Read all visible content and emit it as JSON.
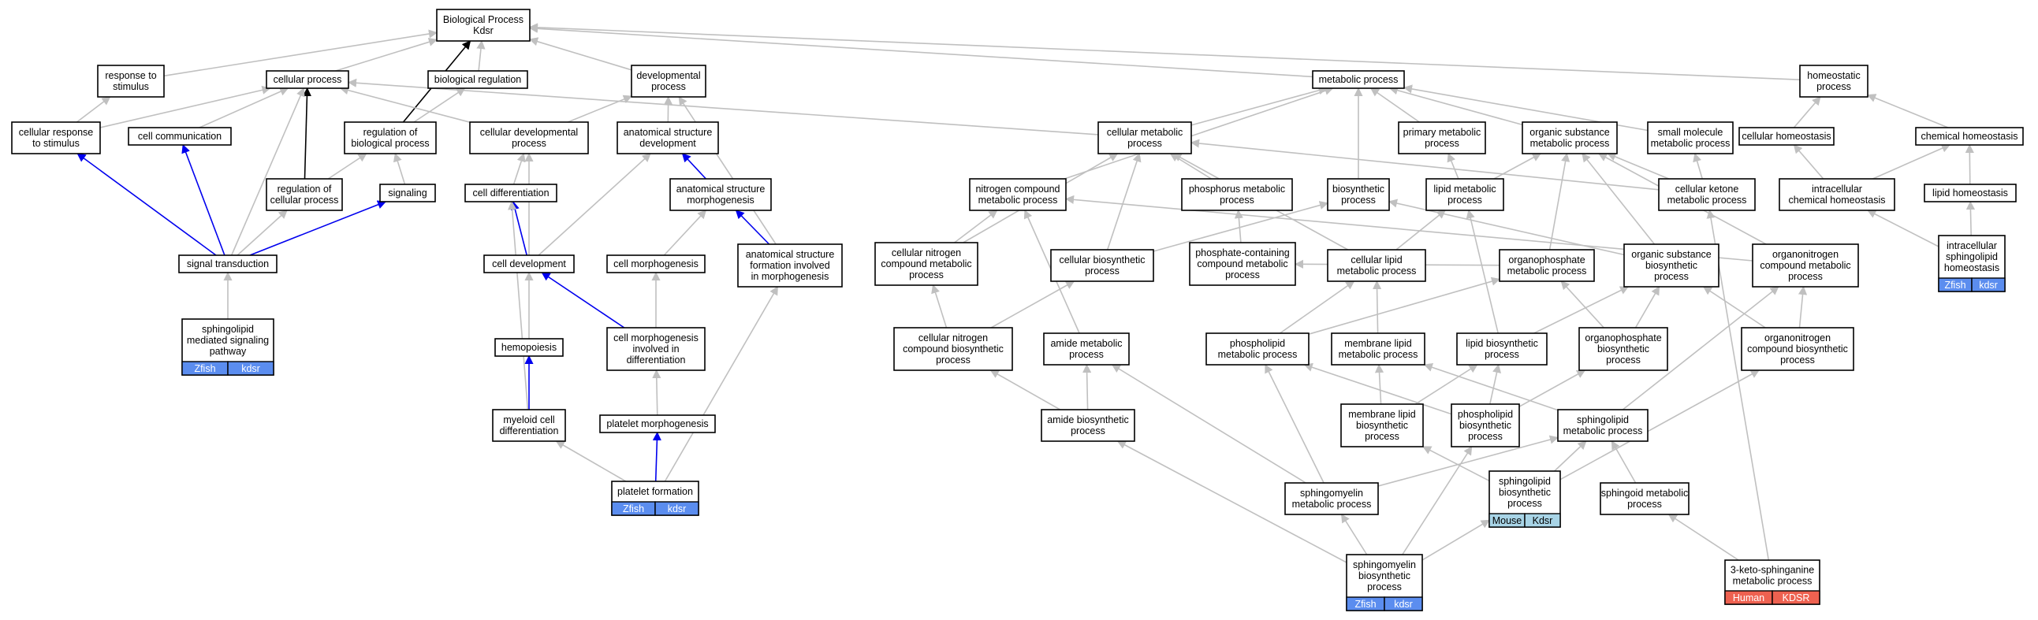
{
  "colors": {
    "gray_edge": "#c0c0c0",
    "blue_edge": "#0000ee",
    "black_edge": "#000000",
    "zfish": "#5b8def",
    "mouse": "#a8d4e6",
    "human": "#ee6150"
  },
  "nodes": [
    {
      "id": "root",
      "lines": [
        "Biological Process",
        "Kdsr"
      ]
    },
    {
      "id": "response",
      "lines": [
        "response to",
        "stimulus"
      ]
    },
    {
      "id": "cellproc",
      "lines": [
        "cellular process"
      ]
    },
    {
      "id": "bioreg",
      "lines": [
        "biological regulation"
      ]
    },
    {
      "id": "devproc",
      "lines": [
        "developmental",
        "process"
      ]
    },
    {
      "id": "metab",
      "lines": [
        "metabolic process"
      ]
    },
    {
      "id": "homeo",
      "lines": [
        "homeostatic",
        "process"
      ]
    },
    {
      "id": "cellresp",
      "lines": [
        "cellular response",
        "to stimulus"
      ]
    },
    {
      "id": "cellcomm",
      "lines": [
        "cell communication"
      ]
    },
    {
      "id": "regbio",
      "lines": [
        "regulation of",
        "biological process"
      ]
    },
    {
      "id": "celldevproc",
      "lines": [
        "cellular developmental",
        "process"
      ]
    },
    {
      "id": "anatdev",
      "lines": [
        "anatomical structure",
        "development"
      ]
    },
    {
      "id": "cellmetab",
      "lines": [
        "cellular metabolic",
        "process"
      ]
    },
    {
      "id": "primmetab",
      "lines": [
        "primary metabolic",
        "process"
      ]
    },
    {
      "id": "orgsubmetab",
      "lines": [
        "organic substance",
        "metabolic process"
      ]
    },
    {
      "id": "smallmol",
      "lines": [
        "small molecule",
        "metabolic process"
      ]
    },
    {
      "id": "cellhomeo",
      "lines": [
        "cellular homeostasis"
      ]
    },
    {
      "id": "chemhomeo",
      "lines": [
        "chemical homeostasis"
      ]
    },
    {
      "id": "regcell",
      "lines": [
        "regulation of",
        "cellular process"
      ]
    },
    {
      "id": "signaling",
      "lines": [
        "signaling"
      ]
    },
    {
      "id": "celldiff",
      "lines": [
        "cell differentiation"
      ]
    },
    {
      "id": "anatmorph",
      "lines": [
        "anatomical structure",
        "morphogenesis"
      ]
    },
    {
      "id": "nitrogen",
      "lines": [
        "nitrogen compound",
        "metabolic process"
      ]
    },
    {
      "id": "phosmetab",
      "lines": [
        "phosphorus metabolic",
        "process"
      ]
    },
    {
      "id": "biosyn",
      "lines": [
        "biosynthetic",
        "process"
      ]
    },
    {
      "id": "lipidmetab",
      "lines": [
        "lipid metabolic",
        "process"
      ]
    },
    {
      "id": "cellketone",
      "lines": [
        "cellular ketone",
        "metabolic process"
      ]
    },
    {
      "id": "intrachem",
      "lines": [
        "intracellular",
        "chemical homeostasis"
      ]
    },
    {
      "id": "lipidhomeo",
      "lines": [
        "lipid homeostasis"
      ]
    },
    {
      "id": "sigtrans",
      "lines": [
        "signal transduction"
      ]
    },
    {
      "id": "celldev",
      "lines": [
        "cell development"
      ]
    },
    {
      "id": "cellmorph",
      "lines": [
        "cell morphogenesis"
      ]
    },
    {
      "id": "anatform",
      "lines": [
        "anatomical structure",
        "formation involved",
        "in morphogenesis"
      ]
    },
    {
      "id": "cellnitro",
      "lines": [
        "cellular nitrogen",
        "compound metabolic",
        "process"
      ]
    },
    {
      "id": "cellbiosyn",
      "lines": [
        "cellular biosynthetic",
        "process"
      ]
    },
    {
      "id": "phoscont",
      "lines": [
        "phosphate-containing",
        "compound metabolic",
        "process"
      ]
    },
    {
      "id": "celllipid",
      "lines": [
        "cellular lipid",
        "metabolic process"
      ]
    },
    {
      "id": "orgphosmetab",
      "lines": [
        "organophosphate",
        "metabolic process"
      ]
    },
    {
      "id": "orgsubbiosyn",
      "lines": [
        "organic substance",
        "biosynthetic",
        "process"
      ]
    },
    {
      "id": "orgnitro",
      "lines": [
        "organonitrogen",
        "compound metabolic",
        "process"
      ]
    },
    {
      "id": "intrasphingo",
      "lines": [
        "intracellular",
        "sphingolipid",
        "homeostasis"
      ],
      "badges": [
        {
          "label": "Zfish",
          "color": "zfish"
        },
        {
          "label": "kdsr",
          "color": "zfish"
        }
      ]
    },
    {
      "id": "sphingosig",
      "lines": [
        "sphingolipid",
        "mediated signaling",
        "pathway"
      ],
      "badges": [
        {
          "label": "Zfish",
          "color": "zfish"
        },
        {
          "label": "kdsr",
          "color": "zfish"
        }
      ]
    },
    {
      "id": "hemopoiesis",
      "lines": [
        "hemopoiesis"
      ]
    },
    {
      "id": "cellmorphdiff",
      "lines": [
        "cell morphogenesis",
        "involved in",
        "differentiation"
      ]
    },
    {
      "id": "cellnitrobiosyn",
      "lines": [
        "cellular nitrogen",
        "compound biosynthetic",
        "process"
      ]
    },
    {
      "id": "amidemetab",
      "lines": [
        "amide metabolic",
        "process"
      ]
    },
    {
      "id": "phospholipid",
      "lines": [
        "phospholipid",
        "metabolic process"
      ]
    },
    {
      "id": "memlipid",
      "lines": [
        "membrane lipid",
        "metabolic process"
      ]
    },
    {
      "id": "lipidbiosyn",
      "lines": [
        "lipid biosynthetic",
        "process"
      ]
    },
    {
      "id": "orgphosbiosyn",
      "lines": [
        "organophosphate",
        "biosynthetic",
        "process"
      ]
    },
    {
      "id": "orgnitrobiosyn",
      "lines": [
        "organonitrogen",
        "compound biosynthetic",
        "process"
      ]
    },
    {
      "id": "myeloid",
      "lines": [
        "myeloid cell",
        "differentiation"
      ]
    },
    {
      "id": "plateletmorph",
      "lines": [
        "platelet morphogenesis"
      ]
    },
    {
      "id": "amidebiosyn",
      "lines": [
        "amide biosynthetic",
        "process"
      ]
    },
    {
      "id": "memlipidbiosyn",
      "lines": [
        "membrane lipid",
        "biosynthetic",
        "process"
      ]
    },
    {
      "id": "phospholipidbiosyn",
      "lines": [
        "phospholipid",
        "biosynthetic",
        "process"
      ]
    },
    {
      "id": "sphingolipidmetab",
      "lines": [
        "sphingolipid",
        "metabolic process"
      ]
    },
    {
      "id": "plateletform",
      "lines": [
        "platelet formation"
      ],
      "badges": [
        {
          "label": "Zfish",
          "color": "zfish"
        },
        {
          "label": "kdsr",
          "color": "zfish"
        }
      ]
    },
    {
      "id": "sphingomyelinmetab",
      "lines": [
        "sphingomyelin",
        "metabolic process"
      ]
    },
    {
      "id": "sphingolipidbiosyn",
      "lines": [
        "sphingolipid",
        "biosynthetic",
        "process"
      ],
      "badges": [
        {
          "label": "Mouse",
          "color": "mouse"
        },
        {
          "label": "Kdsr",
          "color": "mouse"
        }
      ]
    },
    {
      "id": "sphingoid",
      "lines": [
        "sphingoid metabolic",
        "process"
      ]
    },
    {
      "id": "sphingomyelinbiosyn",
      "lines": [
        "sphingomyelin",
        "biosynthetic",
        "process"
      ],
      "badges": [
        {
          "label": "Zfish",
          "color": "zfish"
        },
        {
          "label": "kdsr",
          "color": "zfish"
        }
      ]
    },
    {
      "id": "ketosphinganine",
      "lines": [
        "3-keto-sphinganine",
        "metabolic process"
      ],
      "badges": [
        {
          "label": "Human",
          "color": "human"
        },
        {
          "label": "KDSR",
          "color": "human"
        }
      ]
    }
  ],
  "edges": [
    {
      "from": "response",
      "to": "root",
      "type": "gray"
    },
    {
      "from": "cellproc",
      "to": "root",
      "type": "gray"
    },
    {
      "from": "bioreg",
      "to": "root",
      "type": "gray"
    },
    {
      "from": "devproc",
      "to": "root",
      "type": "gray"
    },
    {
      "from": "metab",
      "to": "root",
      "type": "gray"
    },
    {
      "from": "homeo",
      "to": "root",
      "type": "gray"
    },
    {
      "from": "regbio",
      "to": "root",
      "type": "black"
    },
    {
      "from": "cellresp",
      "to": "response",
      "type": "gray"
    },
    {
      "from": "cellresp",
      "to": "cellproc",
      "type": "gray"
    },
    {
      "from": "cellcomm",
      "to": "cellproc",
      "type": "gray"
    },
    {
      "from": "regbio",
      "to": "bioreg",
      "type": "gray"
    },
    {
      "from": "celldevproc",
      "to": "cellproc",
      "type": "gray"
    },
    {
      "from": "celldevproc",
      "to": "devproc",
      "type": "gray"
    },
    {
      "from": "anatdev",
      "to": "devproc",
      "type": "gray"
    },
    {
      "from": "cellmetab",
      "to": "cellproc",
      "type": "gray"
    },
    {
      "from": "cellmetab",
      "to": "metab",
      "type": "gray"
    },
    {
      "from": "primmetab",
      "to": "metab",
      "type": "gray"
    },
    {
      "from": "orgsubmetab",
      "to": "metab",
      "type": "gray"
    },
    {
      "from": "smallmol",
      "to": "metab",
      "type": "gray"
    },
    {
      "from": "cellhomeo",
      "to": "homeo",
      "type": "gray"
    },
    {
      "from": "chemhomeo",
      "to": "homeo",
      "type": "gray"
    },
    {
      "from": "regcell",
      "to": "cellproc",
      "type": "black"
    },
    {
      "from": "regcell",
      "to": "regbio",
      "type": "gray"
    },
    {
      "from": "signaling",
      "to": "regbio",
      "type": "gray"
    },
    {
      "from": "celldiff",
      "to": "celldevproc",
      "type": "gray"
    },
    {
      "from": "anatmorph",
      "to": "anatdev",
      "type": "blue"
    },
    {
      "from": "nitrogen",
      "to": "metab",
      "type": "gray"
    },
    {
      "from": "phosmetab",
      "to": "cellmetab",
      "type": "gray"
    },
    {
      "from": "biosyn",
      "to": "metab",
      "type": "gray"
    },
    {
      "from": "lipidmetab",
      "to": "primmetab",
      "type": "gray"
    },
    {
      "from": "lipidmetab",
      "to": "orgsubmetab",
      "type": "gray"
    },
    {
      "from": "cellketone",
      "to": "cellmetab",
      "type": "gray"
    },
    {
      "from": "cellketone",
      "to": "orgsubmetab",
      "type": "gray"
    },
    {
      "from": "cellketone",
      "to": "smallmol",
      "type": "gray"
    },
    {
      "from": "intrachem",
      "to": "cellhomeo",
      "type": "gray"
    },
    {
      "from": "intrachem",
      "to": "chemhomeo",
      "type": "gray"
    },
    {
      "from": "lipidhomeo",
      "to": "chemhomeo",
      "type": "gray"
    },
    {
      "from": "sigtrans",
      "to": "cellresp",
      "type": "blue"
    },
    {
      "from": "sigtrans",
      "to": "cellcomm",
      "type": "blue"
    },
    {
      "from": "sigtrans",
      "to": "signaling",
      "type": "blue"
    },
    {
      "from": "sigtrans",
      "to": "regcell",
      "type": "gray"
    },
    {
      "from": "sigtrans",
      "to": "cellproc",
      "type": "gray"
    },
    {
      "from": "celldev",
      "to": "celldiff",
      "type": "blue"
    },
    {
      "from": "celldev",
      "to": "celldevproc",
      "type": "gray"
    },
    {
      "from": "celldev",
      "to": "anatdev",
      "type": "gray"
    },
    {
      "from": "cellmorph",
      "to": "anatmorph",
      "type": "gray"
    },
    {
      "from": "anatform",
      "to": "anatmorph",
      "type": "blue"
    },
    {
      "from": "anatform",
      "to": "devproc",
      "type": "gray"
    },
    {
      "from": "cellnitro",
      "to": "nitrogen",
      "type": "gray"
    },
    {
      "from": "cellnitro",
      "to": "cellmetab",
      "type": "gray"
    },
    {
      "from": "cellbiosyn",
      "to": "cellmetab",
      "type": "gray"
    },
    {
      "from": "cellbiosyn",
      "to": "biosyn",
      "type": "gray"
    },
    {
      "from": "phoscont",
      "to": "phosmetab",
      "type": "gray"
    },
    {
      "from": "celllipid",
      "to": "lipidmetab",
      "type": "gray"
    },
    {
      "from": "celllipid",
      "to": "cellmetab",
      "type": "gray"
    },
    {
      "from": "orgphosmetab",
      "to": "phoscont",
      "type": "gray"
    },
    {
      "from": "orgphosmetab",
      "to": "orgsubmetab",
      "type": "gray"
    },
    {
      "from": "orgsubbiosyn",
      "to": "orgsubmetab",
      "type": "gray"
    },
    {
      "from": "orgsubbiosyn",
      "to": "biosyn",
      "type": "gray"
    },
    {
      "from": "orgnitro",
      "to": "orgsubmetab",
      "type": "gray"
    },
    {
      "from": "orgnitro",
      "to": "nitrogen",
      "type": "gray"
    },
    {
      "from": "intrasphingo",
      "to": "intrachem",
      "type": "gray"
    },
    {
      "from": "intrasphingo",
      "to": "lipidhomeo",
      "type": "gray"
    },
    {
      "from": "sphingosig",
      "to": "sigtrans",
      "type": "gray"
    },
    {
      "from": "hemopoiesis",
      "to": "celldev",
      "type": "gray"
    },
    {
      "from": "cellmorphdiff",
      "to": "celldev",
      "type": "blue"
    },
    {
      "from": "cellmorphdiff",
      "to": "cellmorph",
      "type": "gray"
    },
    {
      "from": "cellnitrobiosyn",
      "to": "cellnitro",
      "type": "gray"
    },
    {
      "from": "cellnitrobiosyn",
      "to": "cellbiosyn",
      "type": "gray"
    },
    {
      "from": "amidemetab",
      "to": "nitrogen",
      "type": "gray"
    },
    {
      "from": "phospholipid",
      "to": "celllipid",
      "type": "gray"
    },
    {
      "from": "phospholipid",
      "to": "orgphosmetab",
      "type": "gray"
    },
    {
      "from": "memlipid",
      "to": "celllipid",
      "type": "gray"
    },
    {
      "from": "lipidbiosyn",
      "to": "orgsubbiosyn",
      "type": "gray"
    },
    {
      "from": "lipidbiosyn",
      "to": "lipidmetab",
      "type": "gray"
    },
    {
      "from": "orgphosbiosyn",
      "to": "orgphosmetab",
      "type": "gray"
    },
    {
      "from": "orgphosbiosyn",
      "to": "orgsubbiosyn",
      "type": "gray"
    },
    {
      "from": "orgnitrobiosyn",
      "to": "orgnitro",
      "type": "gray"
    },
    {
      "from": "orgnitrobiosyn",
      "to": "orgsubbiosyn",
      "type": "gray"
    },
    {
      "from": "myeloid",
      "to": "hemopoiesis",
      "type": "blue"
    },
    {
      "from": "myeloid",
      "to": "celldiff",
      "type": "gray"
    },
    {
      "from": "plateletmorph",
      "to": "cellmorphdiff",
      "type": "gray"
    },
    {
      "from": "amidebiosyn",
      "to": "amidemetab",
      "type": "gray"
    },
    {
      "from": "amidebiosyn",
      "to": "cellnitrobiosyn",
      "type": "gray"
    },
    {
      "from": "memlipidbiosyn",
      "to": "memlipid",
      "type": "gray"
    },
    {
      "from": "memlipidbiosyn",
      "to": "lipidbiosyn",
      "type": "gray"
    },
    {
      "from": "phospholipidbiosyn",
      "to": "phospholipid",
      "type": "gray"
    },
    {
      "from": "phospholipidbiosyn",
      "to": "lipidbiosyn",
      "type": "gray"
    },
    {
      "from": "phospholipidbiosyn",
      "to": "orgphosbiosyn",
      "type": "gray"
    },
    {
      "from": "sphingolipidmetab",
      "to": "memlipid",
      "type": "gray"
    },
    {
      "from": "sphingolipidmetab",
      "to": "orgnitro",
      "type": "gray"
    },
    {
      "from": "plateletform",
      "to": "plateletmorph",
      "type": "blue"
    },
    {
      "from": "plateletform",
      "to": "myeloid",
      "type": "gray"
    },
    {
      "from": "plateletform",
      "to": "anatform",
      "type": "gray"
    },
    {
      "from": "sphingomyelinmetab",
      "to": "phospholipid",
      "type": "gray"
    },
    {
      "from": "sphingomyelinmetab",
      "to": "sphingolipidmetab",
      "type": "gray"
    },
    {
      "from": "sphingomyelinmetab",
      "to": "amidemetab",
      "type": "gray"
    },
    {
      "from": "sphingolipidbiosyn",
      "to": "sphingolipidmetab",
      "type": "gray"
    },
    {
      "from": "sphingolipidbiosyn",
      "to": "memlipidbiosyn",
      "type": "gray"
    },
    {
      "from": "sphingolipidbiosyn",
      "to": "orgnitrobiosyn",
      "type": "gray"
    },
    {
      "from": "sphingoid",
      "to": "sphingolipidmetab",
      "type": "gray"
    },
    {
      "from": "sphingomyelinbiosyn",
      "to": "sphingomyelinmetab",
      "type": "gray"
    },
    {
      "from": "sphingomyelinbiosyn",
      "to": "phospholipidbiosyn",
      "type": "gray"
    },
    {
      "from": "sphingomyelinbiosyn",
      "to": "sphingolipidbiosyn",
      "type": "gray"
    },
    {
      "from": "sphingomyelinbiosyn",
      "to": "amidebiosyn",
      "type": "gray"
    },
    {
      "from": "ketosphinganine",
      "to": "sphingoid",
      "type": "gray"
    },
    {
      "from": "ketosphinganine",
      "to": "cellketone",
      "type": "gray"
    }
  ]
}
